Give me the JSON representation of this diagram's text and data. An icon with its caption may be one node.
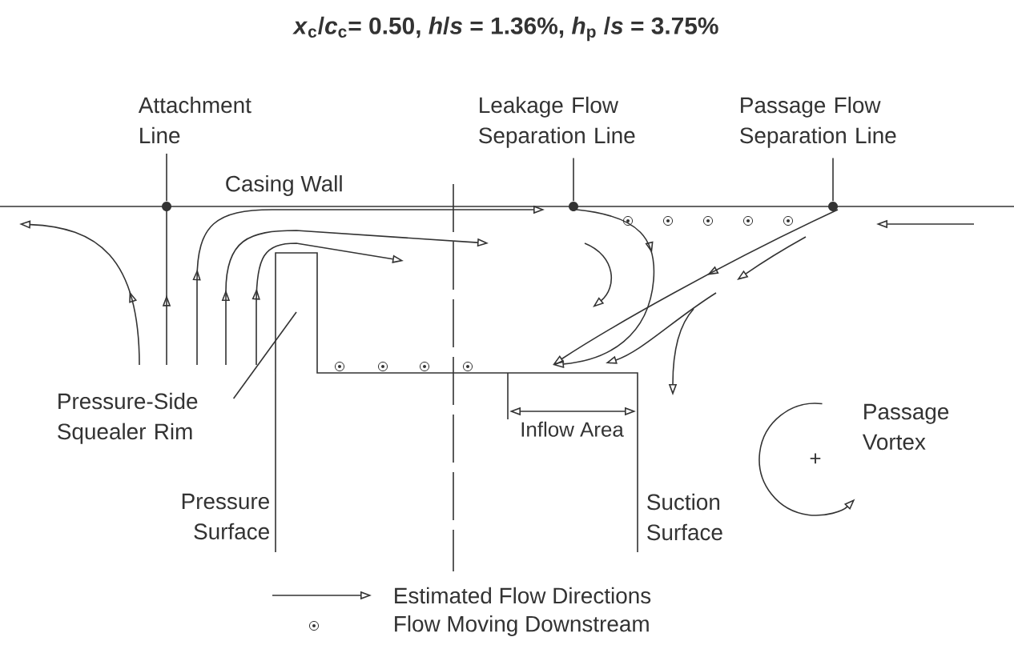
{
  "diagram": {
    "title": "*x*$_{c}$/*c*$_{c}$= 0.50,  *h*/*s* = 1.36%, *h*$_{p}$ /*s* = 3.75%",
    "nodes": [
      {
        "text": [
          "Attachment Line"
        ]
      },
      {
        "text": [],
        "shape": "circle"
      },
      {
        "text": [
          "Leakage Flow Separation Line"
        ]
      },
      {
        "text": [],
        "shape": "circle"
      },
      {
        "text": [
          "Passage Flow Separation Line"
        ]
      },
      {
        "text": [],
        "shape": "circle"
      },
      {
        "text": [
          "Pressure-Side Squealer Rim"
        ]
      }
    ],
    "edges": [
      {
        "from": 0,
        "to": 1,
        "arrow": "none"
      },
      {
        "from": 2,
        "to": 3,
        "arrow": "none"
      },
      {
        "from": 4,
        "to": 5,
        "arrow": "none"
      },
      {
        "from": 6,
        "to": null,
        "arrow": "none"
      }
    ],
    "labels": [
      "Casing Wall",
      "Inflow Area",
      "Passage Vortex",
      "Pressure Surface",
      "Suction Surface",
      "+"
    ],
    "legend": [
      {
        "text": "Estimated Flow Directions"
      },
      {
        "text": "Flow Moving Downstream"
      }
    ]
  }
}
